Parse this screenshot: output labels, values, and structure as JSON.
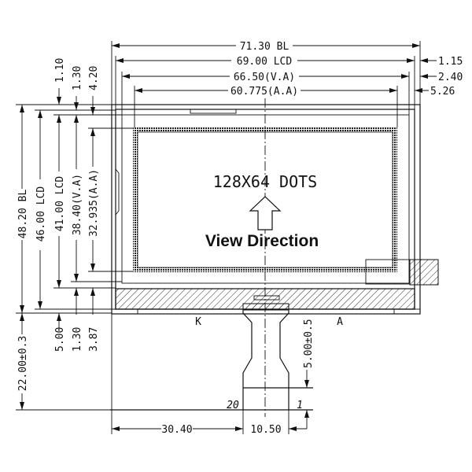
{
  "drawing": {
    "title_text": "128X64 DOTS",
    "view_direction": "View Direction",
    "horizontal_dims": {
      "bl": "71.30 BL",
      "lcd": "69.00 LCD",
      "va": "66.50(V.A)",
      "aa": "60.775(A.A)",
      "right_1": "1.15",
      "right_2": "2.40",
      "right_3": "5.26"
    },
    "vertical_dims": {
      "bl": "48.20 BL",
      "lcd": "46.00 LCD",
      "lcd_inner": "41.00 LCD",
      "va": "38.40(V.A)",
      "aa": "32.935(A.A)",
      "top_1": "1.10",
      "top_2": "1.30",
      "top_3": "4.20",
      "bottom_1": "5.00",
      "bottom_2": "1.30",
      "bottom_3": "3.87",
      "tail": "22.00±0.3",
      "connector": "5.00±0.5"
    },
    "bottom_dims": {
      "offset": "30.40",
      "width": "10.50"
    },
    "labels": {
      "cathode": "K",
      "anode": "A",
      "pin_first": "20",
      "pin_last": "1"
    }
  }
}
